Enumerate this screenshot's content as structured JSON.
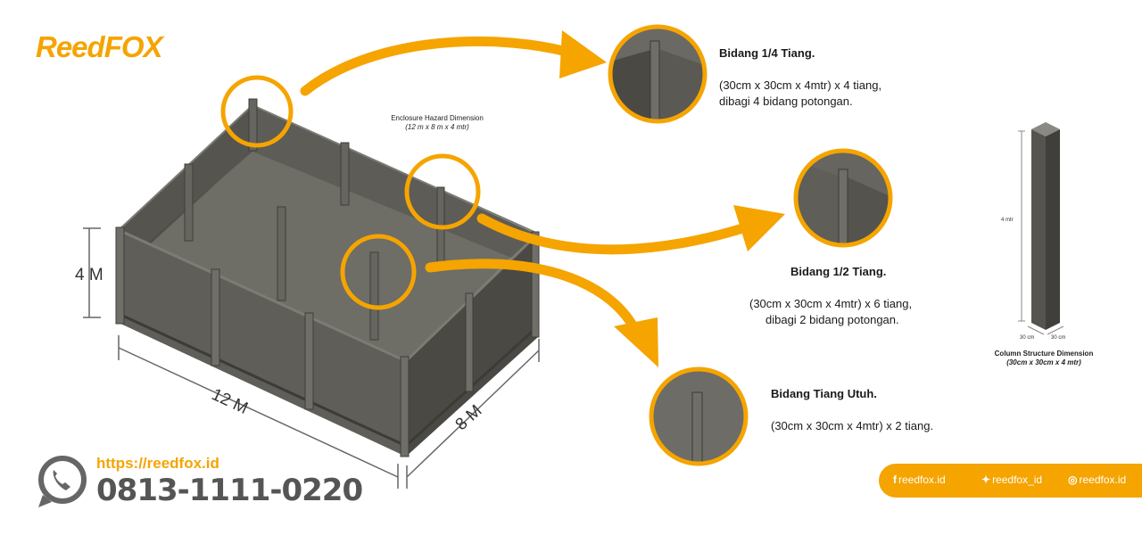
{
  "brand": {
    "logo_text": "ReedFOX",
    "reg_mark": "."
  },
  "colors": {
    "accent": "#f5a400",
    "wall": "#5c5a54",
    "wall_dark": "#3f3e3a",
    "floor": "#6b6a63",
    "text": "#1a1a1a"
  },
  "enclosure": {
    "title": "Enclosure Hazard Dimension",
    "subtitle": "(12 m x 8 m x 4 mtr)"
  },
  "dimensions": {
    "height": "4 M",
    "length": "12 M",
    "width": "8 M"
  },
  "callouts": [
    {
      "title": "Bidang 1/4 Tiang.",
      "spec": "(30cm x 30cm x 4mtr) x 4 tiang,",
      "note": "dibagi 4 bidang potongan."
    },
    {
      "title": "Bidang 1/2 Tiang.",
      "spec": "(30cm x 30cm x 4mtr) x 6 tiang,",
      "note": "dibagi 2 bidang potongan."
    },
    {
      "title": "Bidang Tiang Utuh.",
      "spec": "(30cm x 30cm x 4mtr) x 2 tiang."
    }
  ],
  "column": {
    "height_label": "4 mtr",
    "left_label": "30 cm",
    "right_label": "30 cm",
    "title": "Column Structure Dimension",
    "subtitle": "(30cm x 30cm x 4 mtr)"
  },
  "contact": {
    "url": "https://reedfox.id",
    "phone": "0813-1111-0220",
    "phone_icon": "whatsapp-icon"
  },
  "social": [
    {
      "icon": "facebook-icon",
      "label": "reedfox.id"
    },
    {
      "icon": "twitter-icon",
      "label": "reedfox_id"
    },
    {
      "icon": "instagram-icon",
      "label": "reedfox.id"
    }
  ]
}
